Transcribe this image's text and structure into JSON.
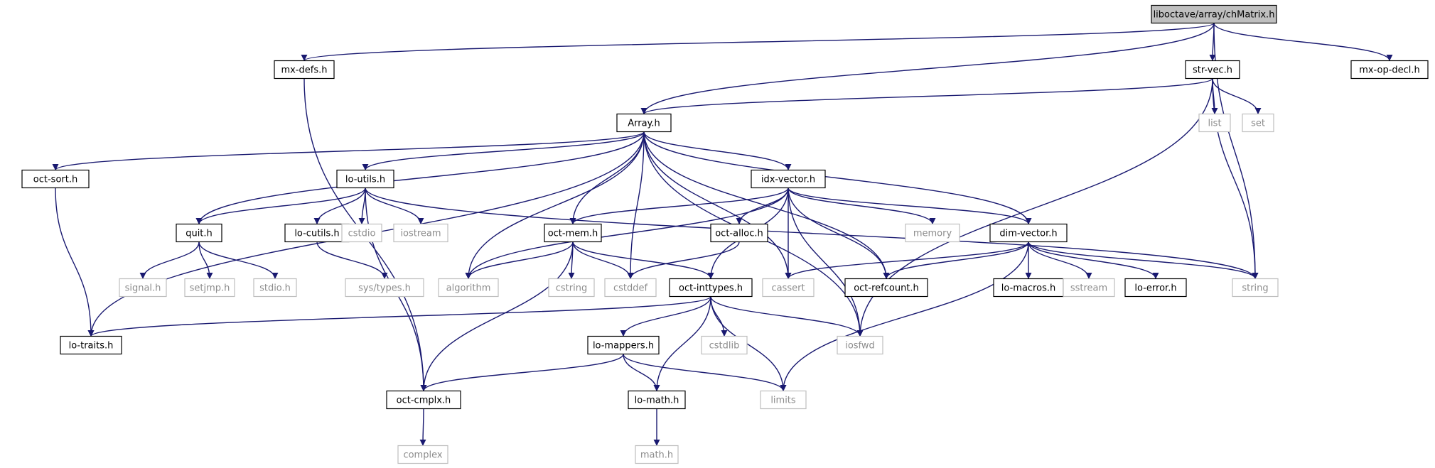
{
  "nodes": [
    {
      "id": "chMatrix",
      "label": "liboctave/array/chMatrix.h",
      "kind": "root"
    },
    {
      "id": "mxdefs",
      "label": "mx-defs.h",
      "kind": "file"
    },
    {
      "id": "strvec",
      "label": "str-vec.h",
      "kind": "file"
    },
    {
      "id": "mxopdecl",
      "label": "mx-op-decl.h",
      "kind": "file"
    },
    {
      "id": "list",
      "label": "list",
      "kind": "std"
    },
    {
      "id": "set",
      "label": "set",
      "kind": "std"
    },
    {
      "id": "array",
      "label": "Array.h",
      "kind": "file"
    },
    {
      "id": "octsort",
      "label": "oct-sort.h",
      "kind": "file"
    },
    {
      "id": "loutils",
      "label": "lo-utils.h",
      "kind": "file"
    },
    {
      "id": "idxvector",
      "label": "idx-vector.h",
      "kind": "file"
    },
    {
      "id": "quit",
      "label": "quit.h",
      "kind": "file"
    },
    {
      "id": "locutils",
      "label": "lo-cutils.h",
      "kind": "file"
    },
    {
      "id": "cstdio",
      "label": "cstdio",
      "kind": "std"
    },
    {
      "id": "iostream",
      "label": "iostream",
      "kind": "std"
    },
    {
      "id": "octalloc",
      "label": "oct-alloc.h",
      "kind": "file"
    },
    {
      "id": "memory",
      "label": "memory",
      "kind": "std"
    },
    {
      "id": "dimvector",
      "label": "dim-vector.h",
      "kind": "file"
    },
    {
      "id": "octmem",
      "label": "oct-mem.h",
      "kind": "file"
    },
    {
      "id": "signal",
      "label": "signal.h",
      "kind": "std"
    },
    {
      "id": "setjmp",
      "label": "setjmp.h",
      "kind": "std"
    },
    {
      "id": "stdio",
      "label": "stdio.h",
      "kind": "std"
    },
    {
      "id": "systypes",
      "label": "sys/types.h",
      "kind": "std"
    },
    {
      "id": "algorithm",
      "label": "algorithm",
      "kind": "std"
    },
    {
      "id": "cstring",
      "label": "cstring",
      "kind": "std"
    },
    {
      "id": "cstddef",
      "label": "cstddef",
      "kind": "std"
    },
    {
      "id": "octinttypes",
      "label": "oct-inttypes.h",
      "kind": "file"
    },
    {
      "id": "cassert",
      "label": "cassert",
      "kind": "std"
    },
    {
      "id": "octrefcount",
      "label": "oct-refcount.h",
      "kind": "file"
    },
    {
      "id": "lomacros",
      "label": "lo-macros.h",
      "kind": "file"
    },
    {
      "id": "sstream",
      "label": "sstream",
      "kind": "std"
    },
    {
      "id": "loerror",
      "label": "lo-error.h",
      "kind": "file"
    },
    {
      "id": "string",
      "label": "string",
      "kind": "std"
    },
    {
      "id": "lotraits",
      "label": "lo-traits.h",
      "kind": "file"
    },
    {
      "id": "lomappers",
      "label": "lo-mappers.h",
      "kind": "file"
    },
    {
      "id": "cstdlib",
      "label": "cstdlib",
      "kind": "std"
    },
    {
      "id": "iosfwd",
      "label": "iosfwd",
      "kind": "std"
    },
    {
      "id": "octcmplx",
      "label": "oct-cmplx.h",
      "kind": "file"
    },
    {
      "id": "lomath",
      "label": "lo-math.h",
      "kind": "file"
    },
    {
      "id": "limits",
      "label": "limits",
      "kind": "std"
    },
    {
      "id": "complex",
      "label": "complex",
      "kind": "std"
    },
    {
      "id": "math",
      "label": "math.h",
      "kind": "std"
    }
  ],
  "edges": [
    [
      "chMatrix",
      "mxdefs"
    ],
    [
      "chMatrix",
      "array"
    ],
    [
      "chMatrix",
      "strvec"
    ],
    [
      "chMatrix",
      "mxopdecl"
    ],
    [
      "chMatrix",
      "string"
    ],
    [
      "mxdefs",
      "octcmplx"
    ],
    [
      "strvec",
      "array"
    ],
    [
      "strvec",
      "list"
    ],
    [
      "strvec",
      "set"
    ],
    [
      "strvec",
      "string"
    ],
    [
      "strvec",
      "iosfwd"
    ],
    [
      "array",
      "octsort"
    ],
    [
      "array",
      "loutils"
    ],
    [
      "array",
      "idxvector"
    ],
    [
      "array",
      "quit"
    ],
    [
      "array",
      "lotraits"
    ],
    [
      "array",
      "algorithm"
    ],
    [
      "array",
      "octmem"
    ],
    [
      "array",
      "cstddef"
    ],
    [
      "array",
      "cassert"
    ],
    [
      "array",
      "octrefcount"
    ],
    [
      "array",
      "dimvector"
    ],
    [
      "array",
      "iosfwd"
    ],
    [
      "octsort",
      "lotraits"
    ],
    [
      "loutils",
      "quit"
    ],
    [
      "loutils",
      "locutils"
    ],
    [
      "loutils",
      "cstdio"
    ],
    [
      "loutils",
      "iostream"
    ],
    [
      "loutils",
      "octcmplx"
    ],
    [
      "loutils",
      "string"
    ],
    [
      "idxvector",
      "algorithm"
    ],
    [
      "idxvector",
      "octmem"
    ],
    [
      "idxvector",
      "octalloc"
    ],
    [
      "idxvector",
      "octinttypes"
    ],
    [
      "idxvector",
      "cassert"
    ],
    [
      "idxvector",
      "iosfwd"
    ],
    [
      "idxvector",
      "octrefcount"
    ],
    [
      "idxvector",
      "memory"
    ],
    [
      "idxvector",
      "dimvector"
    ],
    [
      "quit",
      "signal"
    ],
    [
      "quit",
      "setjmp"
    ],
    [
      "quit",
      "stdio"
    ],
    [
      "locutils",
      "systypes"
    ],
    [
      "octalloc",
      "cstddef"
    ],
    [
      "octmem",
      "algorithm"
    ],
    [
      "octmem",
      "cstring"
    ],
    [
      "octmem",
      "cstddef"
    ],
    [
      "octmem",
      "octinttypes"
    ],
    [
      "octmem",
      "octcmplx"
    ],
    [
      "dimvector",
      "cassert"
    ],
    [
      "dimvector",
      "octrefcount"
    ],
    [
      "dimvector",
      "lomacros"
    ],
    [
      "dimvector",
      "sstream"
    ],
    [
      "dimvector",
      "loerror"
    ],
    [
      "dimvector",
      "string"
    ],
    [
      "dimvector",
      "limits"
    ],
    [
      "octinttypes",
      "lotraits"
    ],
    [
      "octinttypes",
      "lomappers"
    ],
    [
      "octinttypes",
      "cstdlib"
    ],
    [
      "octinttypes",
      "lomath"
    ],
    [
      "octinttypes",
      "limits"
    ],
    [
      "octinttypes",
      "iosfwd"
    ],
    [
      "lomappers",
      "octcmplx"
    ],
    [
      "lomappers",
      "lomath"
    ],
    [
      "lomappers",
      "limits"
    ],
    [
      "octcmplx",
      "complex"
    ],
    [
      "lomath",
      "math"
    ]
  ],
  "colors": {
    "edge": "#191970",
    "file_border": "#000000",
    "std_border": "#bfbfbf",
    "std_text": "#8c8c8c",
    "root_fill": "#bfbfbf",
    "text": "#000000"
  }
}
